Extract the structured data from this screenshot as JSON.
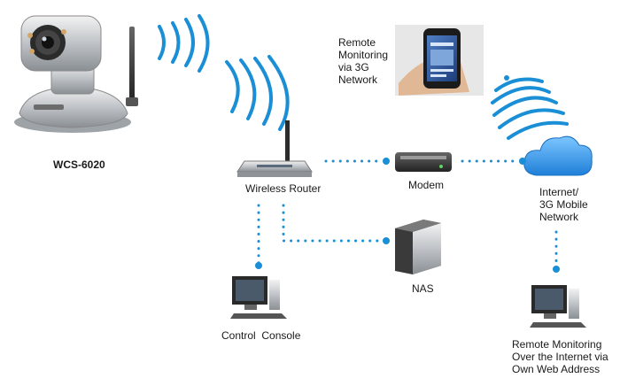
{
  "labels": {
    "camera_model": "WCS-6020",
    "remote_mobile": [
      "Remote",
      "Monitoring",
      "via 3G",
      "Network"
    ],
    "router": "Wireless Router",
    "modem": "Modem",
    "internet": [
      "Internet/",
      "3G Mobile",
      "Network"
    ],
    "nas": "NAS",
    "control_console": "Control  Console",
    "remote_web": [
      "Remote Monitoring",
      "Over the Internet via",
      "Own Web Address"
    ]
  },
  "icons": {
    "camera": "ip-camera-icon",
    "router": "wireless-router-icon",
    "modem": "modem-icon",
    "cloud": "cloud-icon",
    "nas": "nas-storage-icon",
    "pc": "desktop-computer-icon",
    "phone": "smartphone-icon"
  },
  "colors": {
    "link": "#1a8fd6",
    "wave": "#1a8fd6",
    "cloud": "#2a8fe0"
  }
}
